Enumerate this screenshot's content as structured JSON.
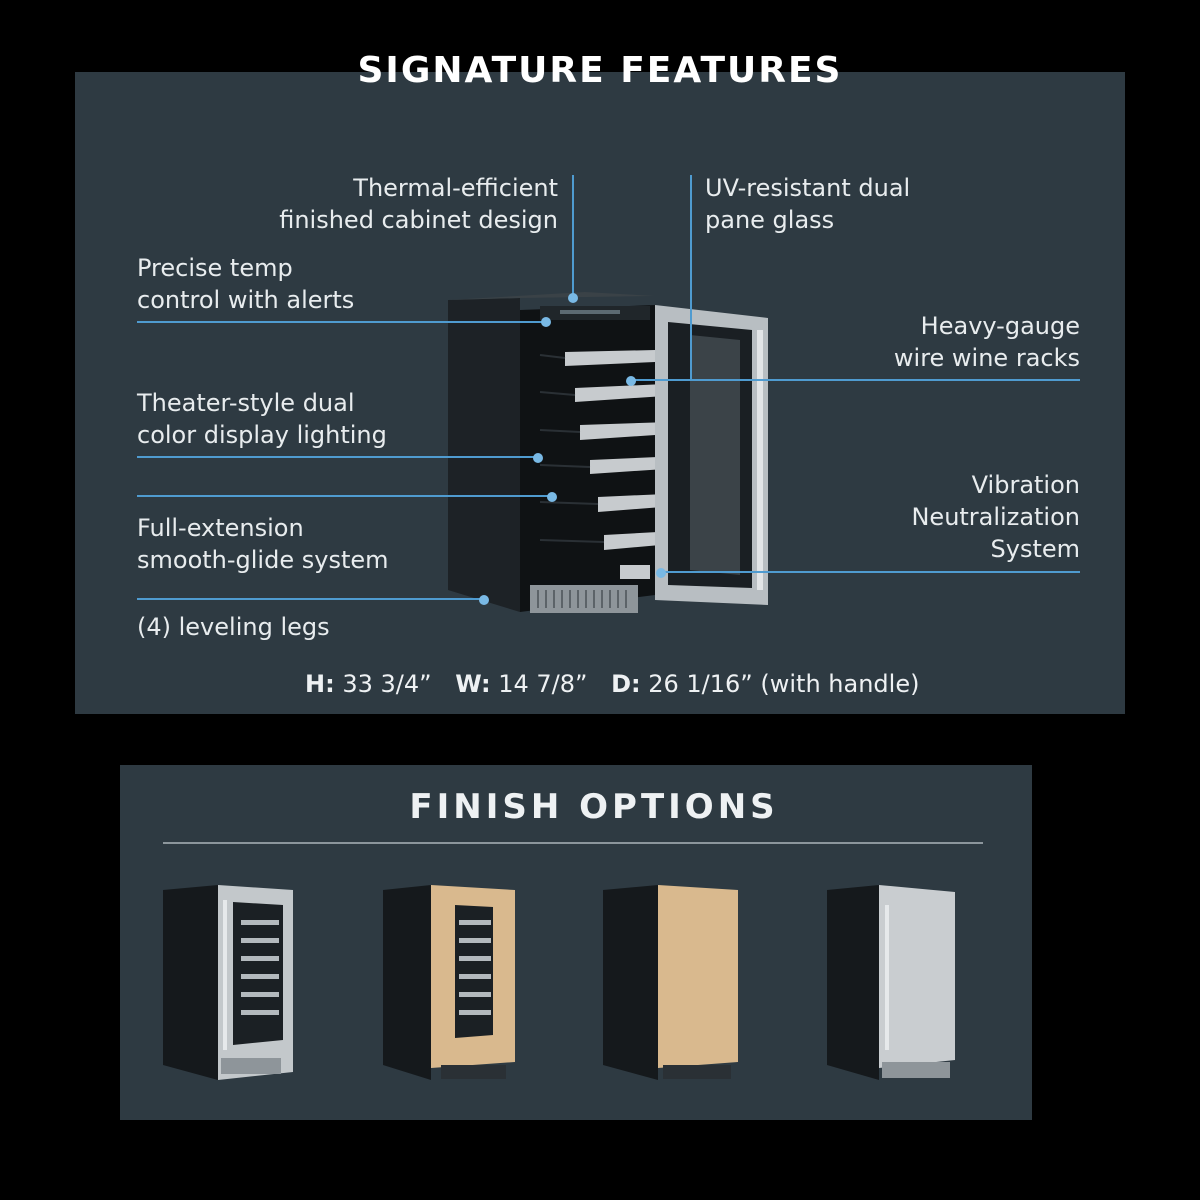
{
  "header": {
    "title": "SIGNATURE FEATURES"
  },
  "features": {
    "thermal": "Thermal-efficient\nfinished cabinet design",
    "uv_glass": "UV-resistant dual\npane glass",
    "precise_temp": "Precise temp\ncontrol with alerts",
    "wire_racks": "Heavy-gauge\nwire wine racks",
    "theater_lighting": "Theater-style dual\ncolor display lighting",
    "full_extension": "Full-extension\nsmooth-glide system",
    "vibration": "Vibration\nNeutralization\nSystem",
    "leveling_legs": "(4) leveling legs"
  },
  "dimensions": {
    "h_label": "H:",
    "h_value": "33 3/4”",
    "w_label": "W:",
    "w_value": "14 7/8”",
    "d_label": "D:",
    "d_value": "26 1/16”",
    "note": "(with handle)"
  },
  "finish": {
    "title": "FINISH OPTIONS"
  },
  "colors": {
    "background": "#000000",
    "panel": "#2e3a42",
    "callout_line": "#4f9bd0",
    "text": "#e8ecee",
    "panel_ready": "#d9b98e",
    "stainless": "#c9cdd0"
  }
}
